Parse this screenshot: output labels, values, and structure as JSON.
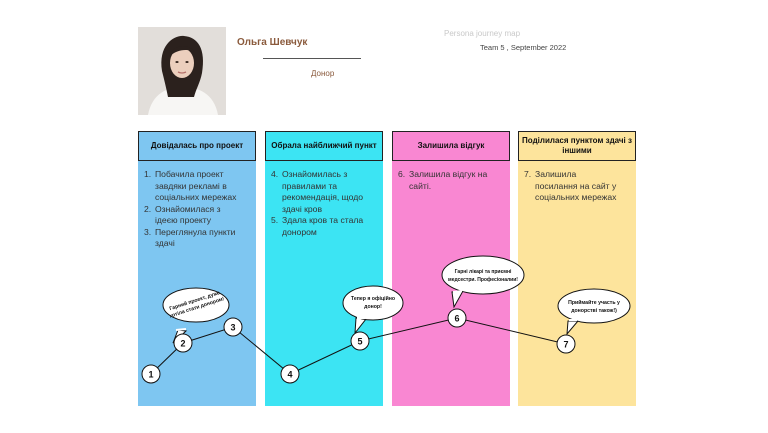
{
  "persona": {
    "name": "Ольга Шевчук",
    "role": "Донор",
    "map_title": "Persona journey map",
    "team": "Team 5 , September 2022"
  },
  "columns": [
    {
      "title": "Довідалась про проект",
      "color": "#7ec6f1",
      "items": [
        {
          "num": "1.",
          "lines": [
            "Побачила проект",
            "завдяки рекламі в",
            "соціальних мережах"
          ]
        },
        {
          "num": "2.",
          "lines": [
            "Ознайомилася з",
            "ідеєю проекту"
          ]
        },
        {
          "num": "3.",
          "lines": [
            "Переглянула пункти",
            "здачі"
          ]
        }
      ]
    },
    {
      "title": "Обрала найближчий пункт",
      "color": "#3ce4f3",
      "items": [
        {
          "num": "4.",
          "lines": [
            "Ознайомилась з",
            "правилами та",
            "рекомендація, щодо",
            "здачі кров"
          ]
        },
        {
          "num": "5.",
          "lines": [
            "Здала кров та стала",
            "донором"
          ]
        }
      ]
    },
    {
      "title": "Залишила відгук",
      "color": "#f987d2",
      "items": [
        {
          "num": "6.",
          "lines": [
            "Залишила відгук на",
            "сайті."
          ]
        }
      ]
    },
    {
      "title": "Поділилася пунктом здачі з іншими",
      "color": "#fde49c",
      "items": [
        {
          "num": "7.",
          "lines": [
            "Залишила",
            "посилання на сайт у",
            "соціальних мережах"
          ]
        }
      ]
    }
  ],
  "steps": [
    "1",
    "2",
    "3",
    "4",
    "5",
    "6",
    "7"
  ],
  "bubbles": [
    {
      "lines": [
        "Гарний проект, дуже",
        "хотіла стати донором!"
      ]
    },
    {
      "lines": [
        "Тепер я офіційно",
        "донор!"
      ]
    },
    {
      "lines": [
        "Гарні лікарі та приємні",
        "медсестри. Професіоналии!"
      ]
    },
    {
      "lines": [
        "Приймайте участь у",
        "донорстві також!)"
      ]
    }
  ]
}
